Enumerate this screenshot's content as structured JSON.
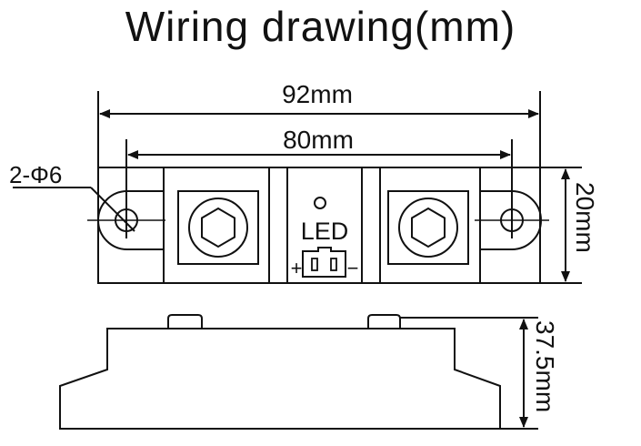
{
  "title": "Wiring drawing(mm)",
  "dimensions": {
    "overall_length": "92mm",
    "hole_spacing": "80mm",
    "width": "20mm",
    "height": "37.5mm",
    "mounting_holes": "2-Φ6"
  },
  "indicator": {
    "label": "LED",
    "plus": "+",
    "minus": "−"
  },
  "colors": {
    "line": "#111111",
    "background": "#ffffff"
  }
}
